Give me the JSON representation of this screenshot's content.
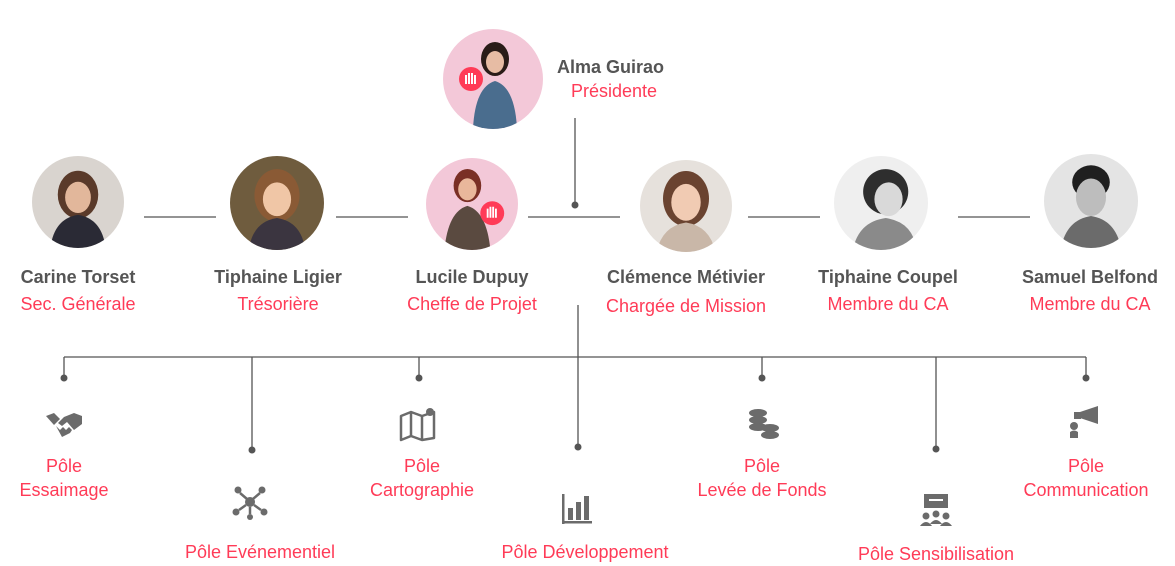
{
  "president": {
    "name": "Alma Guirao",
    "role": "Présidente"
  },
  "board": [
    {
      "name": "Carine Torset",
      "role": "Sec. Générale"
    },
    {
      "name": "Tiphaine Ligier",
      "role": "Trésorière"
    },
    {
      "name": "Lucile Dupuy",
      "role": "Cheffe de Projet"
    },
    {
      "name": "Clémence Métivier",
      "role": "Chargée de Mission"
    },
    {
      "name": "Tiphaine Coupel",
      "role": "Membre du CA"
    },
    {
      "name": "Samuel Belfond",
      "role": "Membre du CA"
    }
  ],
  "poles": [
    {
      "label_line1": "Pôle",
      "label_line2": "Essaimage",
      "icon": "handshake-icon"
    },
    {
      "label_line1": "Pôle Evénementiel",
      "label_line2": "",
      "icon": "people-network-icon"
    },
    {
      "label_line1": "Pôle",
      "label_line2": "Cartographie",
      "icon": "map-icon"
    },
    {
      "label_line1": "Pôle Développement",
      "label_line2": "",
      "icon": "bar-chart-icon"
    },
    {
      "label_line1": "Pôle",
      "label_line2": "Levée de Fonds",
      "icon": "coins-icon"
    },
    {
      "label_line1": "Pôle Sensibilisation",
      "label_line2": "",
      "icon": "presentation-icon"
    },
    {
      "label_line1": "Pôle",
      "label_line2": "Communication",
      "icon": "megaphone-icon"
    }
  ],
  "colors": {
    "accent": "#ff3b57",
    "name": "#555555",
    "line": "#555555",
    "icon": "#6b6b6b"
  }
}
